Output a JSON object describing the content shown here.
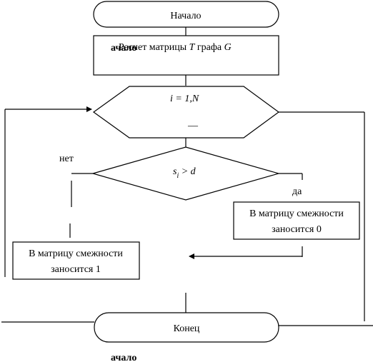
{
  "flowchart": {
    "start_label": "Начало",
    "process_label": "Расчет матрицы",
    "process_T": "T",
    "process_graph_word": "графа",
    "process_G": "G",
    "overlay_fragment": "ачало",
    "loop_label": "i = 1,N",
    "loop_bar": "—",
    "condition_s": "s",
    "condition_sub": "i",
    "condition_rest": " > d",
    "branch_no": "нет",
    "branch_yes": "да",
    "box_yes_line1": "В матрицу смежности",
    "box_yes_line2": "заносится 0",
    "box_no_line1": "В матрицу смежности",
    "box_no_line2": "заносится 1",
    "end_label": "Конец",
    "footer_fragment": "ачало"
  }
}
